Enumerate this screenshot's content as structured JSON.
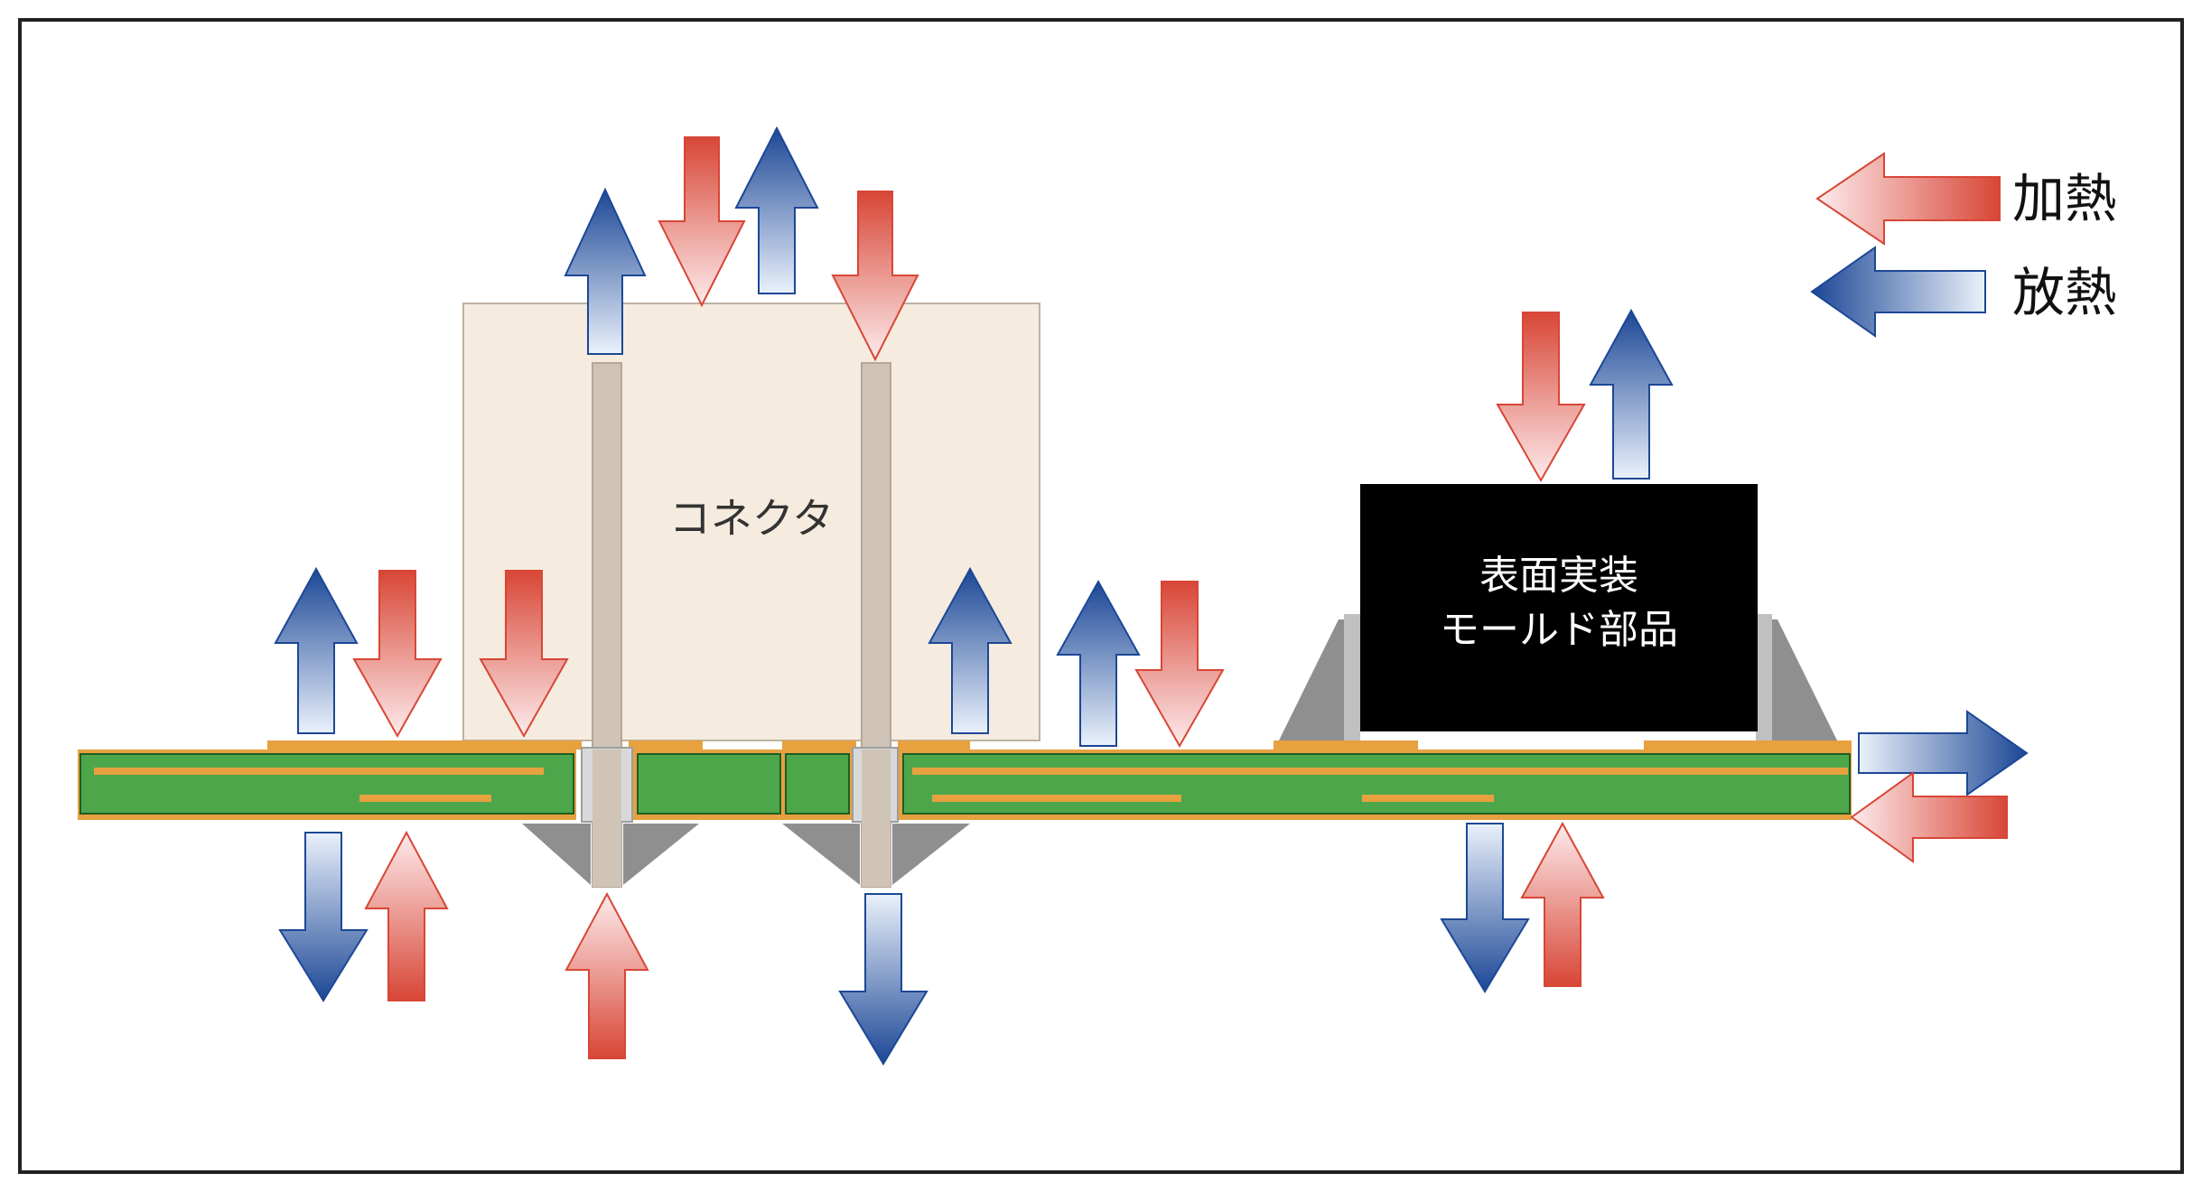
{
  "diagram": {
    "connector_label": "コネクタ",
    "smd_label_line1": "表面実装",
    "smd_label_line2": "モールド部品",
    "legend": {
      "heating_label": "加熱",
      "cooling_label": "放熱"
    }
  },
  "colors": {
    "heat_dark": "#d84636",
    "heat_light": "#fde6e8",
    "cool_dark": "#1c4796",
    "cool_light": "#e6eef9",
    "pcb_green": "#4ea64b",
    "pcb_copper": "#e7a13f",
    "connector_body": "#f5ebde",
    "connector_pin": "#cfc4b6",
    "smd_body": "#000000",
    "solder_gray": "#8f8f8f"
  }
}
